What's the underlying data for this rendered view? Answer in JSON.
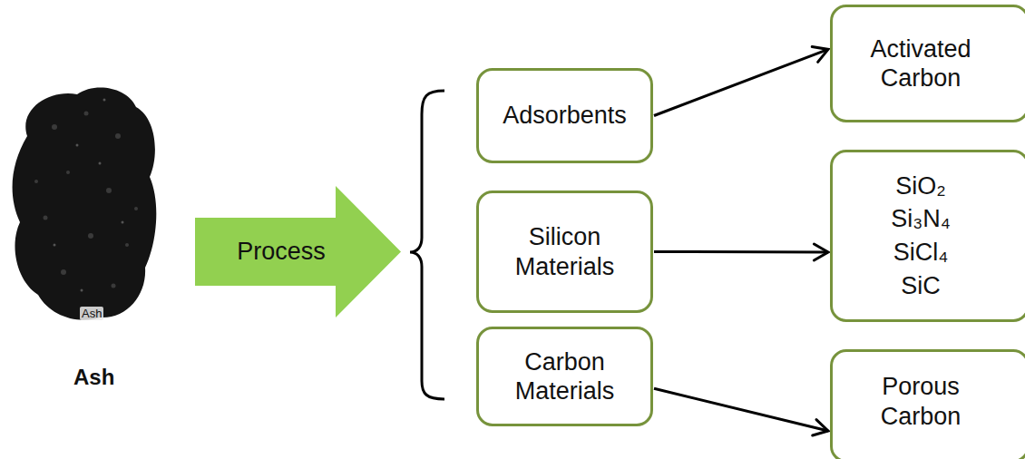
{
  "diagram": {
    "nodes": [
      {
        "text": [
          "Process"
        ]
      },
      {
        "text": [
          "Adsorbents"
        ]
      },
      {
        "text": [
          "Silicon Materials"
        ]
      },
      {
        "text": [
          "Carbon Materials"
        ]
      },
      {
        "text": [
          "Activated Carbon"
        ]
      },
      {
        "text": [
          "SiO₂",
          "Si₃N₄",
          "SiCl₄",
          "SiC"
        ]
      },
      {
        "text": [
          "Porous Carbon"
        ]
      }
    ],
    "edges": [
      {
        "from": 1,
        "to": 4,
        "arrow": "to"
      },
      {
        "from": 2,
        "to": 5,
        "arrow": "to"
      },
      {
        "from": 3,
        "to": 6,
        "arrow": "to"
      }
    ],
    "labels": [
      "Ash",
      "Ash"
    ]
  }
}
